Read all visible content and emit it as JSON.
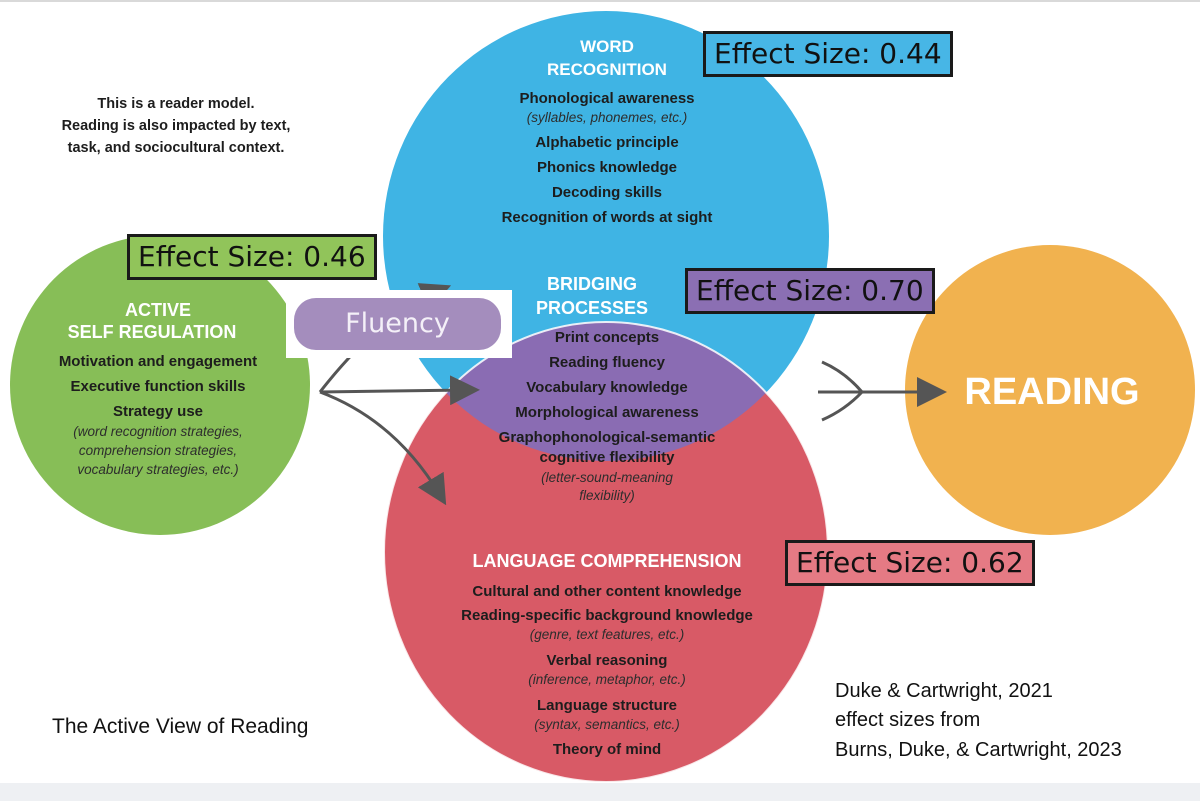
{
  "note": {
    "lines": [
      "This is a reader model.",
      "Reading is also impacted by text,",
      "task, and sociocultural context."
    ]
  },
  "word_recognition": {
    "title": [
      "WORD",
      "RECOGNITION"
    ],
    "items": [
      {
        "text": "Phonological awareness",
        "style": "bold"
      },
      {
        "text": "(syllables, phonemes, etc.)",
        "style": "italic"
      },
      {
        "text": "Alphabetic principle",
        "style": "bold"
      },
      {
        "text": "Phonics knowledge",
        "style": "bold"
      },
      {
        "text": "Decoding skills",
        "style": "bold"
      },
      {
        "text": "Recognition of words at sight",
        "style": "bold"
      }
    ],
    "effect": "Effect Size: 0.44"
  },
  "active_self_regulation": {
    "title": [
      "ACTIVE",
      "SELF REGULATION"
    ],
    "items": [
      {
        "text": "Motivation and engagement",
        "style": "bold"
      },
      {
        "text": "Executive function skills",
        "style": "bold"
      },
      {
        "text": "Strategy use",
        "style": "bold"
      },
      {
        "text": "(word recognition strategies,",
        "style": "italic"
      },
      {
        "text": "comprehension strategies,",
        "style": "italic"
      },
      {
        "text": "vocabulary strategies, etc.)",
        "style": "italic"
      }
    ],
    "effect": "Effect Size: 0.46"
  },
  "bridging_processes": {
    "title": [
      "BRIDGING",
      "PROCESSES"
    ],
    "items": [
      {
        "text": "Print concepts",
        "style": "bold"
      },
      {
        "text": "Reading fluency",
        "style": "bold"
      },
      {
        "text": "Vocabulary knowledge",
        "style": "bold"
      },
      {
        "text": "Morphological awareness",
        "style": "bold"
      },
      {
        "text": "Graphophonological-semantic",
        "style": "bold"
      },
      {
        "text": "cognitive flexibility",
        "style": "bold"
      },
      {
        "text": "(letter-sound-meaning",
        "style": "italic"
      },
      {
        "text": "flexibility)",
        "style": "italic"
      }
    ],
    "effect": "Effect Size: 0.70"
  },
  "language_comprehension": {
    "title": [
      "LANGUAGE COMPREHENSION"
    ],
    "items": [
      {
        "text": "Cultural and other content knowledge",
        "style": "bold"
      },
      {
        "text": "Reading-specific background knowledge",
        "style": "bold"
      },
      {
        "text": "(genre, text features, etc.)",
        "style": "italic"
      },
      {
        "text": "Verbal reasoning",
        "style": "bold"
      },
      {
        "text": "(inference, metaphor, etc.)",
        "style": "italic"
      },
      {
        "text": "Language structure",
        "style": "bold"
      },
      {
        "text": "(syntax, semantics, etc.)",
        "style": "italic"
      },
      {
        "text": "Theory of mind",
        "style": "bold"
      }
    ],
    "effect": "Effect Size: 0.62"
  },
  "reading": {
    "label": "READING"
  },
  "fluency": {
    "label": "Fluency"
  },
  "caption": "The Active View of Reading",
  "citation": {
    "lines": [
      "Duke & Cartwright, 2021",
      "effect sizes from",
      "Burns, Duke, & Cartwright, 2023"
    ]
  },
  "colors": {
    "word_recognition": "#3fb4e4",
    "active_self_regulation": "#87be57",
    "bridging_processes": "#8a6cb3",
    "language_comprehension": "#d85a66",
    "reading": "#f1b24f",
    "effect_box_green": "#91c45a",
    "effect_box_purple": "#8b6fb3",
    "effect_box_red": "#e57a84",
    "effect_box_blue": "#47b6e6",
    "arrow": "#555555"
  }
}
